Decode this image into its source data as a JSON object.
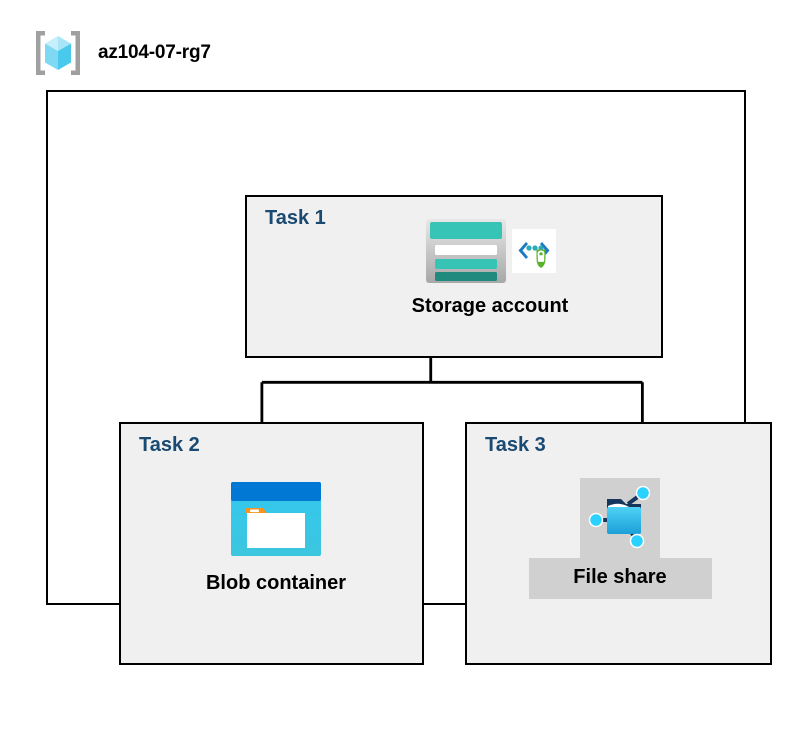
{
  "resource_group": {
    "name": "az104-07-rg7",
    "icon": "resource-group-cube-icon"
  },
  "panels": [
    {
      "id": "task1",
      "label": "Task 1",
      "node": {
        "caption": "Storage account",
        "icons": [
          "storage-account-icon",
          "security-shield-lock-icon"
        ]
      }
    },
    {
      "id": "task2",
      "label": "Task 2",
      "node": {
        "caption": "Blob container",
        "icons": [
          "blob-container-icon"
        ]
      }
    },
    {
      "id": "task3",
      "label": "Task 3",
      "node": {
        "caption": "File share",
        "icons": [
          "file-share-folder-icon"
        ],
        "highlighted": true
      }
    }
  ],
  "connections": [
    {
      "from": "task1",
      "to": "task2"
    },
    {
      "from": "task1",
      "to": "task3"
    }
  ],
  "colors": {
    "panel_fill": "#f0f0f0",
    "panel_border": "#000000",
    "task_label": "#1a4971",
    "caption": "#000000",
    "connector": "#000000",
    "highlight_plate": "#d0d0d0",
    "storage_teal": "#35c4b5",
    "storage_teal_dark": "#1f8a7d",
    "blob_blue": "#0078d4",
    "blob_cyan": "#32c8f0",
    "blob_orange": "#f7931e",
    "shield_green": "#59b229",
    "rg_cube_cyan": "#9fe8fa",
    "rg_bracket_gray": "#a0a0a0"
  }
}
